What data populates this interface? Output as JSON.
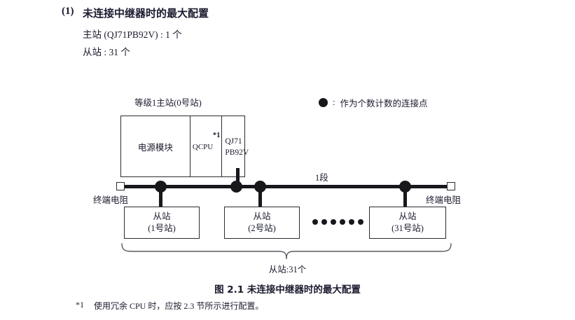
{
  "heading": {
    "number": "(1)",
    "title": "未连接中继器时的最大配置"
  },
  "spec": {
    "master_line": "主站 (QJ71PB92V) : 1 个",
    "slave_line": "从站 : 31 个"
  },
  "legend": {
    "symbol": "filled-circle-icon",
    "colon": ":",
    "text": "作为个数计数的连接点"
  },
  "diagram": {
    "master_rack_label": "等级1主站(0号站)",
    "rack_cells": {
      "power": "电源模块",
      "cpu": "QCPU",
      "cpu_footnote_mark": "*1",
      "network_line1": "QJ71",
      "network_line2": "PB92V"
    },
    "segment_label": "1段",
    "terminator_left": "终端电阻",
    "terminator_right": "终端电阻",
    "slaves": [
      {
        "name": "从站",
        "station": "(1号站)"
      },
      {
        "name": "从站",
        "station": "(2号站)"
      },
      {
        "name": "从站",
        "station": "(31号站)"
      }
    ],
    "ellipsis_dot_count": 6,
    "brace_label": "从站:31个"
  },
  "figure_caption": "图 2.1  未连接中继器时的最大配置",
  "footnote": {
    "mark": "*1",
    "text": "使用冗余 CPU 时，应按 2.3 节所示进行配置。"
  },
  "colors": {
    "ink": "#1a1a2e",
    "line": "#2b2b33",
    "solid": "#17171c",
    "page": "#ffffff"
  }
}
